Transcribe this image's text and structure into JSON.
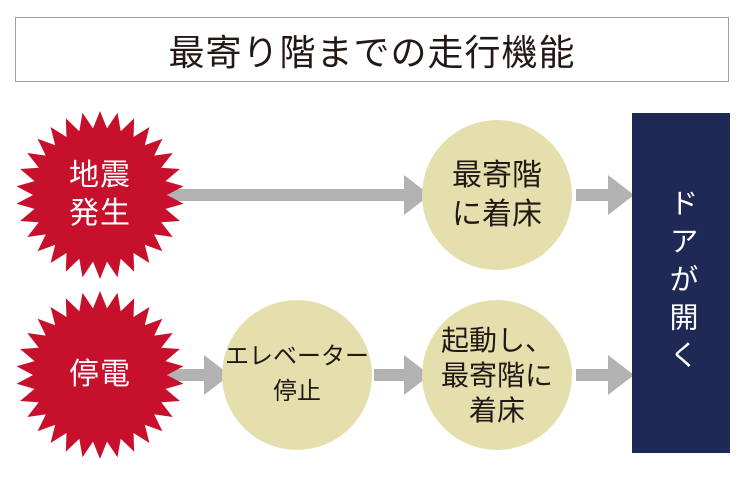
{
  "title": "最寄り階までの走行機能",
  "diagram": {
    "row1": {
      "trigger_line1": "地震",
      "trigger_line2": "発生",
      "step1_line1": "最寄階",
      "step1_line2": "に着床"
    },
    "row2": {
      "trigger": "停電",
      "step1_line1": "エレベーター",
      "step1_line2": "停止",
      "step2_line1": "起動し、",
      "step2_line2": "最寄階に",
      "step2_line3": "着床"
    },
    "result": "ドアが開く"
  },
  "colors": {
    "burst_red": "#c6102c",
    "circle_beige": "#e4dfac",
    "panel_navy": "#1e2a55",
    "arrow_gray": "#b2b2b2",
    "text_ink": "#231815",
    "text_white": "#ffffff",
    "box_border": "#9e9e9e"
  }
}
